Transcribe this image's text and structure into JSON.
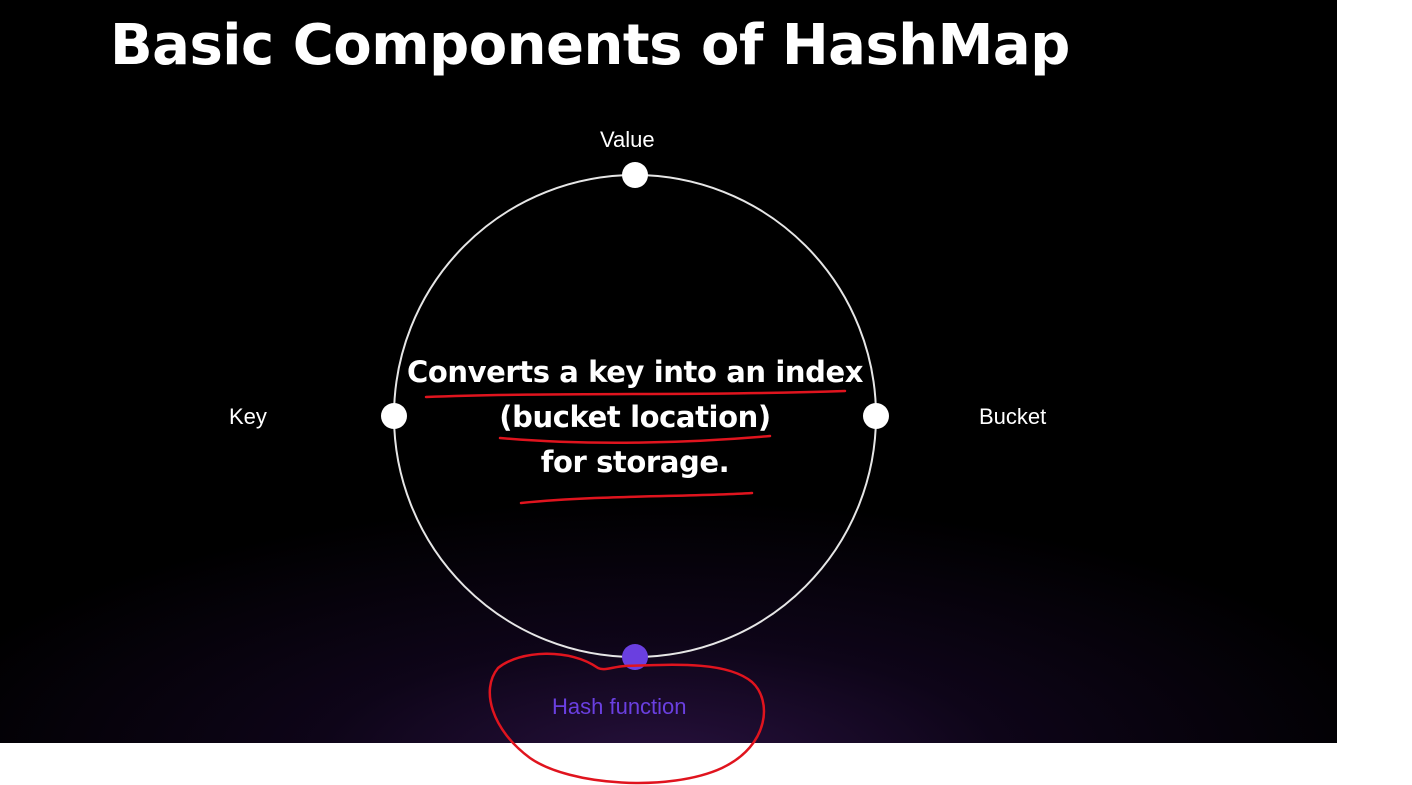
{
  "slide": {
    "title": "Basic Components of HashMap"
  },
  "diagram": {
    "nodes": {
      "value": "Value",
      "key": "Key",
      "bucket": "Bucket",
      "hash_function": "Hash function"
    },
    "description_lines": [
      "Converts a key into an index",
      "(bucket location)",
      "for storage."
    ]
  },
  "colors": {
    "background": "#000000",
    "circle_stroke": "#e6e6e6",
    "node_fill": "#ffffff",
    "hash_node_fill": "#6a3fe0",
    "annotation_red": "#e0141e"
  }
}
